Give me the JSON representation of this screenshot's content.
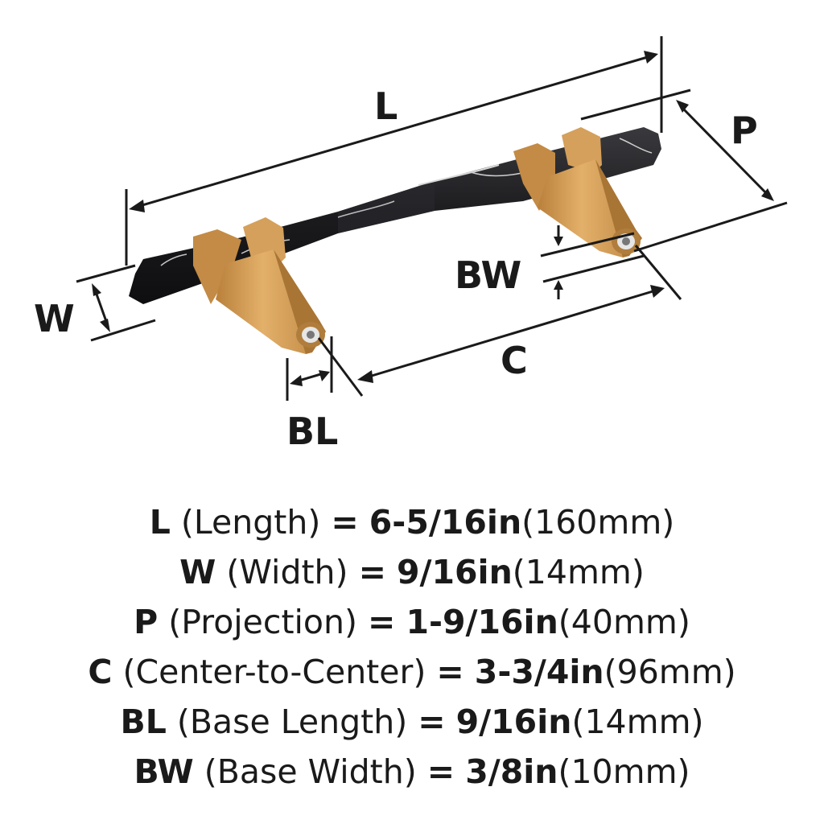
{
  "labels": {
    "length": "L",
    "width": "W",
    "projection": "P",
    "center": "C",
    "base_length": "BL",
    "base_width": "BW"
  },
  "colors": {
    "handle": "#1b1b1e",
    "marble_vein": "#d8d8d8",
    "brass": "#d9a560",
    "brass_dark": "#b07d3d",
    "ink": "#1a1a1a"
  },
  "specs": [
    {
      "abbr": "L",
      "name": "(Length)",
      "eq": "=",
      "imperial": "6-5/16in",
      "metric": "(160mm)"
    },
    {
      "abbr": "W",
      "name": "(Width)",
      "eq": "=",
      "imperial": "9/16in",
      "metric": "(14mm)"
    },
    {
      "abbr": "P",
      "name": "(Projection)",
      "eq": "=",
      "imperial": "1-9/16in",
      "metric": "(40mm)"
    },
    {
      "abbr": "C",
      "name": "(Center-to-Center)",
      "eq": "=",
      "imperial": "3-3/4in",
      "metric": "(96mm)"
    },
    {
      "abbr": "BL",
      "name": "(Base Length)",
      "eq": "=",
      "imperial": "9/16in",
      "metric": "(14mm)"
    },
    {
      "abbr": "BW",
      "name": "(Base Width)",
      "eq": "=",
      "imperial": "3/8in",
      "metric": "(10mm)"
    }
  ]
}
